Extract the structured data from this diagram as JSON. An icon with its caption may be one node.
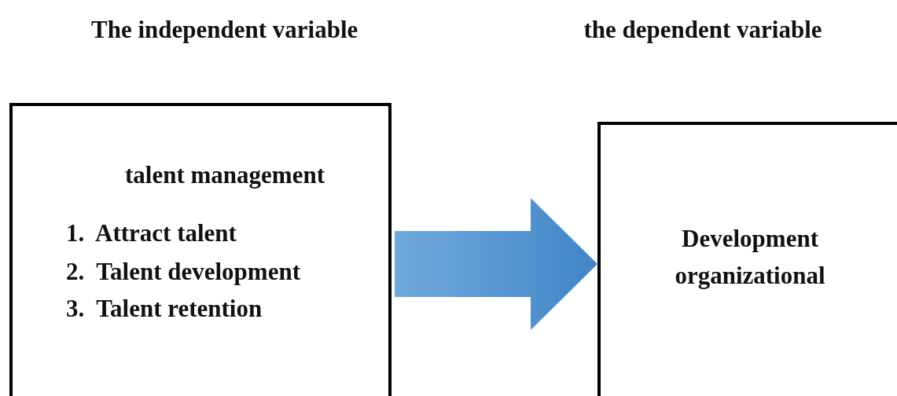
{
  "diagram": {
    "nodes": [
      {
        "text": [
          "The independent variable",
          "talent management",
          "1.  Attract talent",
          "2.  Talent development",
          "3.  Talent retention"
        ]
      },
      {
        "text": [
          "the dependent variable",
          "Development organizational"
        ]
      }
    ],
    "edges": [
      {
        "from": 0,
        "to": 1,
        "arrow": "to",
        "style": "thick"
      }
    ]
  }
}
